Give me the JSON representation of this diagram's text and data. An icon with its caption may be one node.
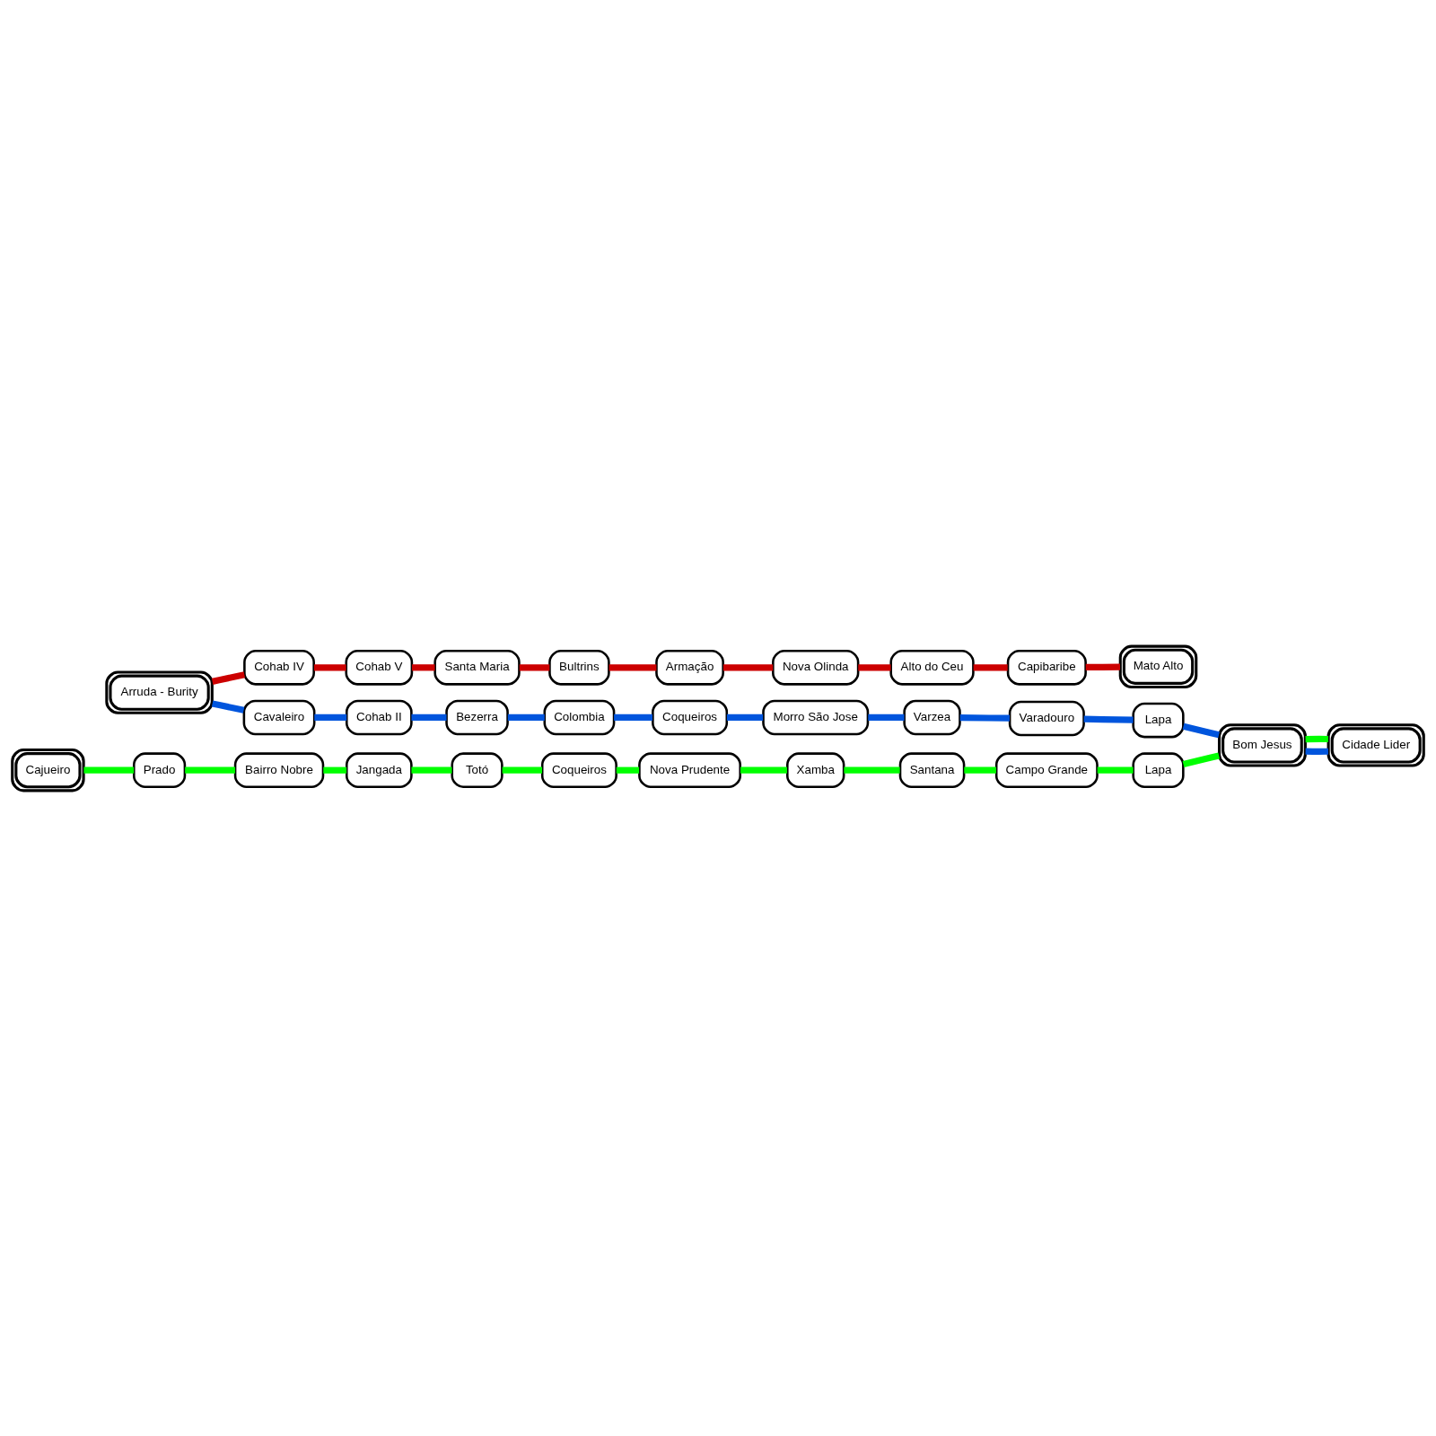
{
  "diagram": {
    "nodes": [
      {
        "text": [
          "Arruda - Burity"
        ]
      },
      {
        "text": [
          "Cohab IV"
        ]
      },
      {
        "text": [
          "Cohab V"
        ]
      },
      {
        "text": [
          "Santa Maria"
        ]
      },
      {
        "text": [
          "Bultrins"
        ]
      },
      {
        "text": [
          "Armação"
        ]
      },
      {
        "text": [
          "Nova Olinda"
        ]
      },
      {
        "text": [
          "Alto do Ceu"
        ]
      },
      {
        "text": [
          "Capibaribe"
        ]
      },
      {
        "text": [
          "Mato Alto"
        ]
      },
      {
        "text": [
          "Cavaleiro"
        ]
      },
      {
        "text": [
          "Cohab II"
        ]
      },
      {
        "text": [
          "Bezerra"
        ]
      },
      {
        "text": [
          "Colombia"
        ]
      },
      {
        "text": [
          "Coqueiros"
        ]
      },
      {
        "text": [
          "Morro São Jose"
        ]
      },
      {
        "text": [
          "Varzea"
        ]
      },
      {
        "text": [
          "Varadouro"
        ]
      },
      {
        "text": [
          "Lapa"
        ]
      },
      {
        "text": [
          "Bom Jesus"
        ]
      },
      {
        "text": [
          "Cidade Lider"
        ]
      },
      {
        "text": [
          "Cajueiro"
        ]
      },
      {
        "text": [
          "Prado"
        ]
      },
      {
        "text": [
          "Bairro Nobre"
        ]
      },
      {
        "text": [
          "Jangada"
        ]
      },
      {
        "text": [
          "Totó"
        ]
      },
      {
        "text": [
          "Coqueiros"
        ]
      },
      {
        "text": [
          "Nova Prudente"
        ]
      },
      {
        "text": [
          "Xamba"
        ]
      },
      {
        "text": [
          "Santana"
        ]
      },
      {
        "text": [
          "Campo Grande"
        ]
      },
      {
        "text": [
          "Lapa"
        ]
      }
    ],
    "edges": [
      {
        "from": 0,
        "to": 1,
        "arrow": "none",
        "color": "#cc0000"
      },
      {
        "from": 1,
        "to": 2,
        "arrow": "none",
        "color": "#cc0000"
      },
      {
        "from": 2,
        "to": 3,
        "arrow": "none",
        "color": "#cc0000"
      },
      {
        "from": 3,
        "to": 4,
        "arrow": "none",
        "color": "#cc0000"
      },
      {
        "from": 4,
        "to": 5,
        "arrow": "none",
        "color": "#cc0000"
      },
      {
        "from": 5,
        "to": 6,
        "arrow": "none",
        "color": "#cc0000"
      },
      {
        "from": 6,
        "to": 7,
        "arrow": "none",
        "color": "#cc0000"
      },
      {
        "from": 7,
        "to": 8,
        "arrow": "none",
        "color": "#cc0000"
      },
      {
        "from": 8,
        "to": 9,
        "arrow": "none",
        "color": "#cc0000"
      },
      {
        "from": 0,
        "to": 10,
        "arrow": "none",
        "color": "#0055dd"
      },
      {
        "from": 10,
        "to": 11,
        "arrow": "none",
        "color": "#0055dd"
      },
      {
        "from": 11,
        "to": 12,
        "arrow": "none",
        "color": "#0055dd"
      },
      {
        "from": 12,
        "to": 13,
        "arrow": "none",
        "color": "#0055dd"
      },
      {
        "from": 13,
        "to": 14,
        "arrow": "none",
        "color": "#0055dd"
      },
      {
        "from": 14,
        "to": 15,
        "arrow": "none",
        "color": "#0055dd"
      },
      {
        "from": 15,
        "to": 16,
        "arrow": "none",
        "color": "#0055dd"
      },
      {
        "from": 16,
        "to": 17,
        "arrow": "none",
        "color": "#0055dd"
      },
      {
        "from": 17,
        "to": 18,
        "arrow": "none",
        "color": "#0055dd"
      },
      {
        "from": 18,
        "to": 19,
        "arrow": "none",
        "color": "#0055dd"
      },
      {
        "from": 19,
        "to": 20,
        "arrow": "none",
        "color": "#0055dd"
      },
      {
        "from": 21,
        "to": 22,
        "arrow": "none",
        "color": "#00ff00"
      },
      {
        "from": 22,
        "to": 23,
        "arrow": "none",
        "color": "#00ff00"
      },
      {
        "from": 23,
        "to": 24,
        "arrow": "none",
        "color": "#00ff00"
      },
      {
        "from": 24,
        "to": 25,
        "arrow": "none",
        "color": "#00ff00"
      },
      {
        "from": 25,
        "to": 26,
        "arrow": "none",
        "color": "#00ff00"
      },
      {
        "from": 26,
        "to": 27,
        "arrow": "none",
        "color": "#00ff00"
      },
      {
        "from": 27,
        "to": 28,
        "arrow": "none",
        "color": "#00ff00"
      },
      {
        "from": 28,
        "to": 29,
        "arrow": "none",
        "color": "#00ff00"
      },
      {
        "from": 29,
        "to": 30,
        "arrow": "none",
        "color": "#00ff00"
      },
      {
        "from": 30,
        "to": 31,
        "arrow": "none",
        "color": "#00ff00"
      },
      {
        "from": 31,
        "to": 19,
        "arrow": "none",
        "color": "#00ff00"
      },
      {
        "from": 19,
        "to": 20,
        "arrow": "none",
        "color": "#00ff00"
      }
    ]
  }
}
